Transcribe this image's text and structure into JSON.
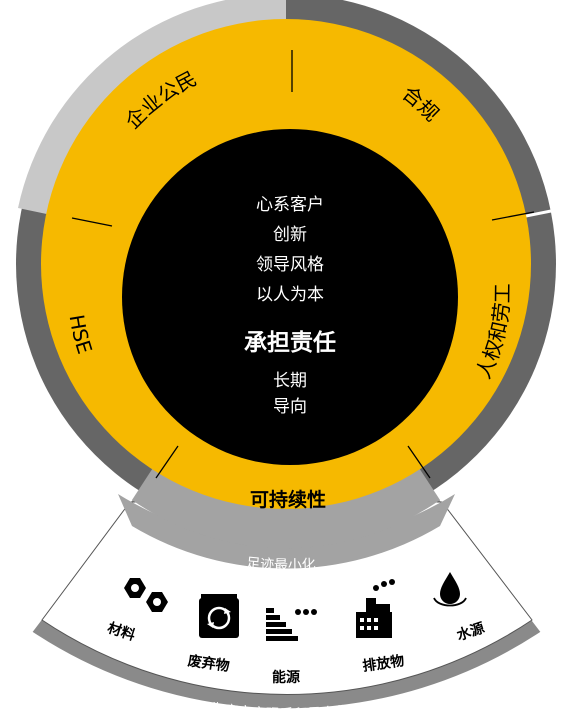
{
  "center": {
    "values": [
      "心系客户",
      "创新",
      "领导风格",
      "以人为本"
    ],
    "title": "承担责任",
    "longterm": [
      "长期",
      "导向"
    ]
  },
  "ring": {
    "segments": [
      "企业公民",
      "合规",
      "人权和劳工",
      "HSE"
    ],
    "bottom_label": "可持续性"
  },
  "footprint": {
    "title": "足迹最小化",
    "items": [
      {
        "label": "材料",
        "icon": "nuts-icon"
      },
      {
        "label": "废弃物",
        "icon": "recycle-bin-icon"
      },
      {
        "label": "能源",
        "icon": "energy-bars-icon"
      },
      {
        "label": "排放物",
        "icon": "factory-icon"
      },
      {
        "label": "水源",
        "icon": "water-drop-icon"
      }
    ]
  },
  "handprint": {
    "title": "为客户实现手印最大化"
  },
  "colors": {
    "yellow": "#f6b900",
    "black": "#000000",
    "dark_gray": "#666666",
    "light_gray": "#c8c8c8",
    "fan_gray": "#8a8a8a",
    "white": "#ffffff"
  }
}
